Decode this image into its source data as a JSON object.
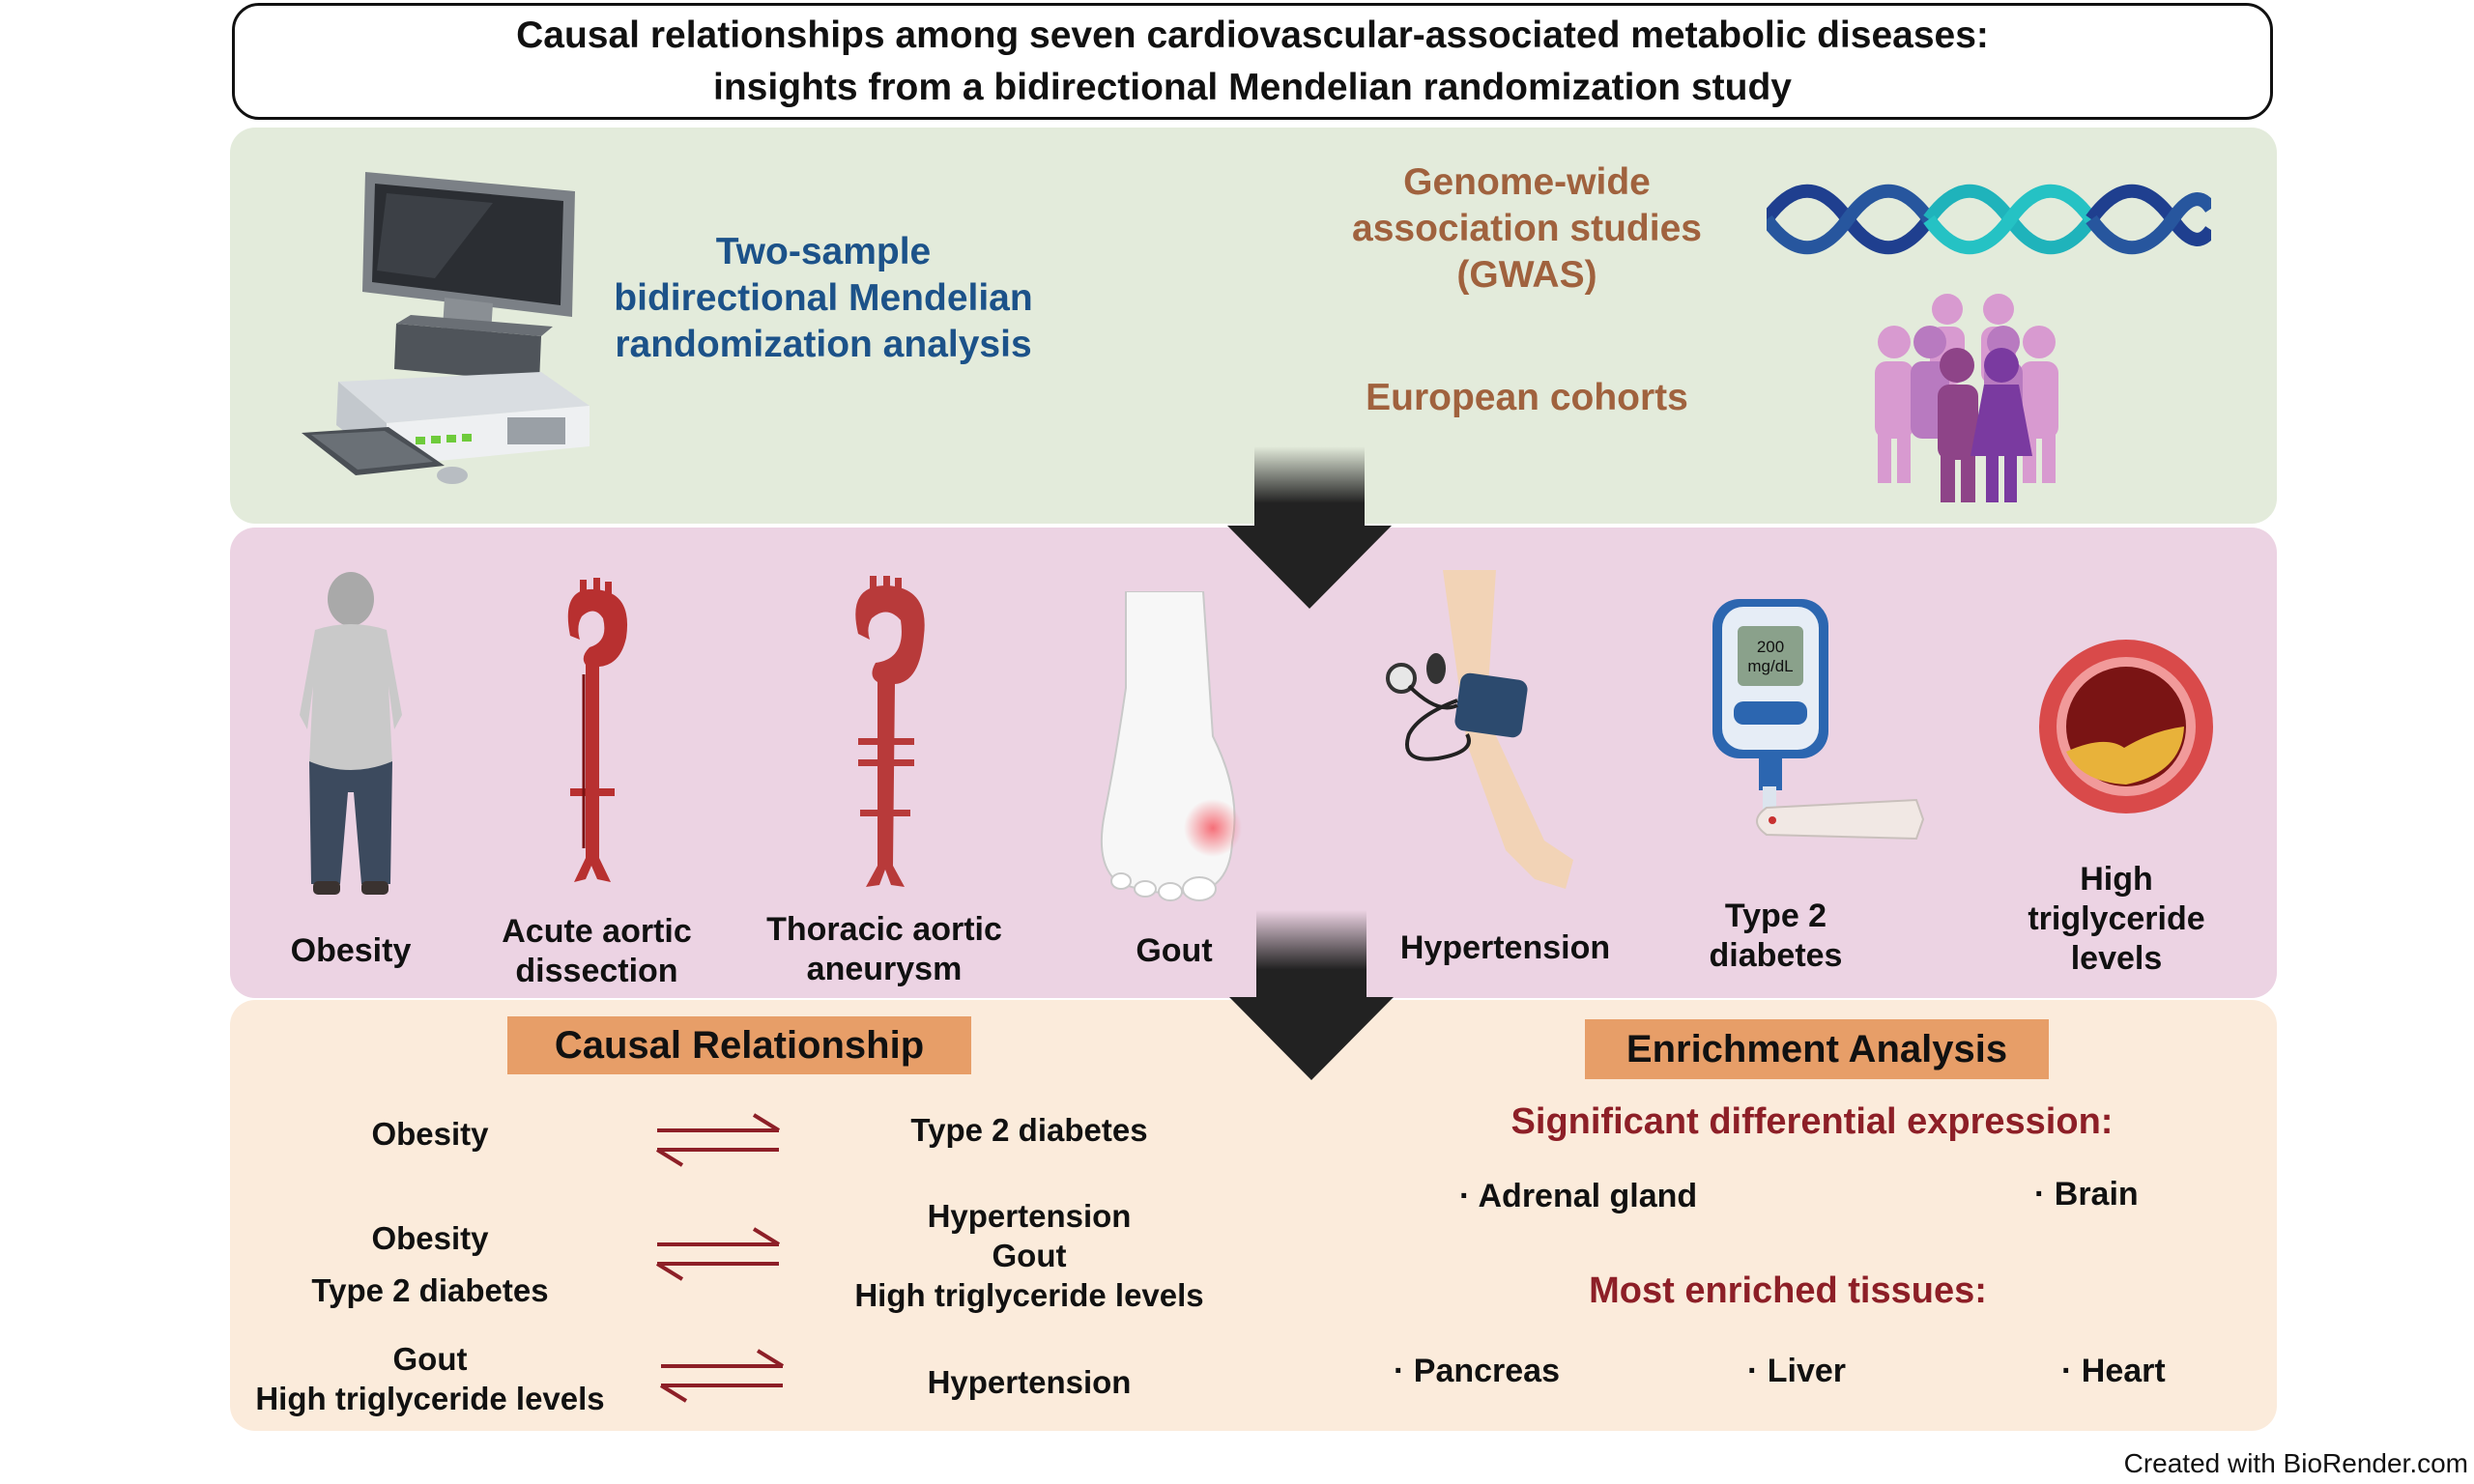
{
  "header": {
    "title_line1": "Causal relationships among seven cardiovascular-associated metabolic diseases:",
    "title_line2": "insights from a bidirectional Mendelian randomization study"
  },
  "methods": {
    "analysis_line1": "Two-sample",
    "analysis_line2": "bidirectional Mendelian",
    "analysis_line3": "randomization analysis",
    "gwas_line1": "Genome-wide",
    "gwas_line2": "association studies",
    "gwas_line3": "(GWAS)",
    "cohorts": "European cohorts"
  },
  "diseases": {
    "obesity": "Obesity",
    "aad_line1": "Acute aortic",
    "aad_line2": "dissection",
    "taa_line1": "Thoracic aortic",
    "taa_line2": "aneurysm",
    "gout": "Gout",
    "hypertension": "Hypertension",
    "t2d_line1": "Type 2",
    "t2d_line2": "diabetes",
    "htg_line1": "High",
    "htg_line2": "triglyceride",
    "htg_line3": "levels",
    "glucometer_value": "200",
    "glucometer_unit": "mg/dL"
  },
  "causal": {
    "title": "Causal Relationship",
    "rows": [
      {
        "left": [
          "Obesity"
        ],
        "right": [
          "Type 2 diabetes"
        ]
      },
      {
        "left": [
          "Obesity",
          "Type 2 diabetes"
        ],
        "right": [
          "Hypertension",
          "Gout",
          "High triglyceride levels"
        ]
      },
      {
        "left": [
          "Gout",
          "High triglyceride levels"
        ],
        "right": [
          "Hypertension"
        ]
      }
    ]
  },
  "enrichment": {
    "title": "Enrichment Analysis",
    "sig_heading": "Significant differential expression:",
    "sig_items": [
      "· Adrenal gland",
      "· Brain"
    ],
    "tissue_heading": "Most enriched tissues:",
    "tissue_items": [
      "· Pancreas",
      "· Liver",
      "· Heart"
    ]
  },
  "footer": {
    "credit": "Created with BioRender.com"
  },
  "colors": {
    "panel_methods": "#e3ebdb",
    "panel_diseases": "#ecd3e3",
    "panel_results": "#fbebdb",
    "section_header": "#e79e68",
    "accent_red": "#8d1f27",
    "accent_blue": "#1c5289",
    "accent_brown": "#a0623e"
  },
  "icons": [
    "computer-icon",
    "dna-helix-icon",
    "people-group-icon",
    "down-arrow-icon",
    "obesity-person-icon",
    "aorta-dissection-icon",
    "aorta-aneurysm-icon",
    "gout-foot-icon",
    "blood-pressure-arm-icon",
    "glucometer-icon",
    "artery-plaque-icon",
    "bidirectional-arrow-icon"
  ]
}
